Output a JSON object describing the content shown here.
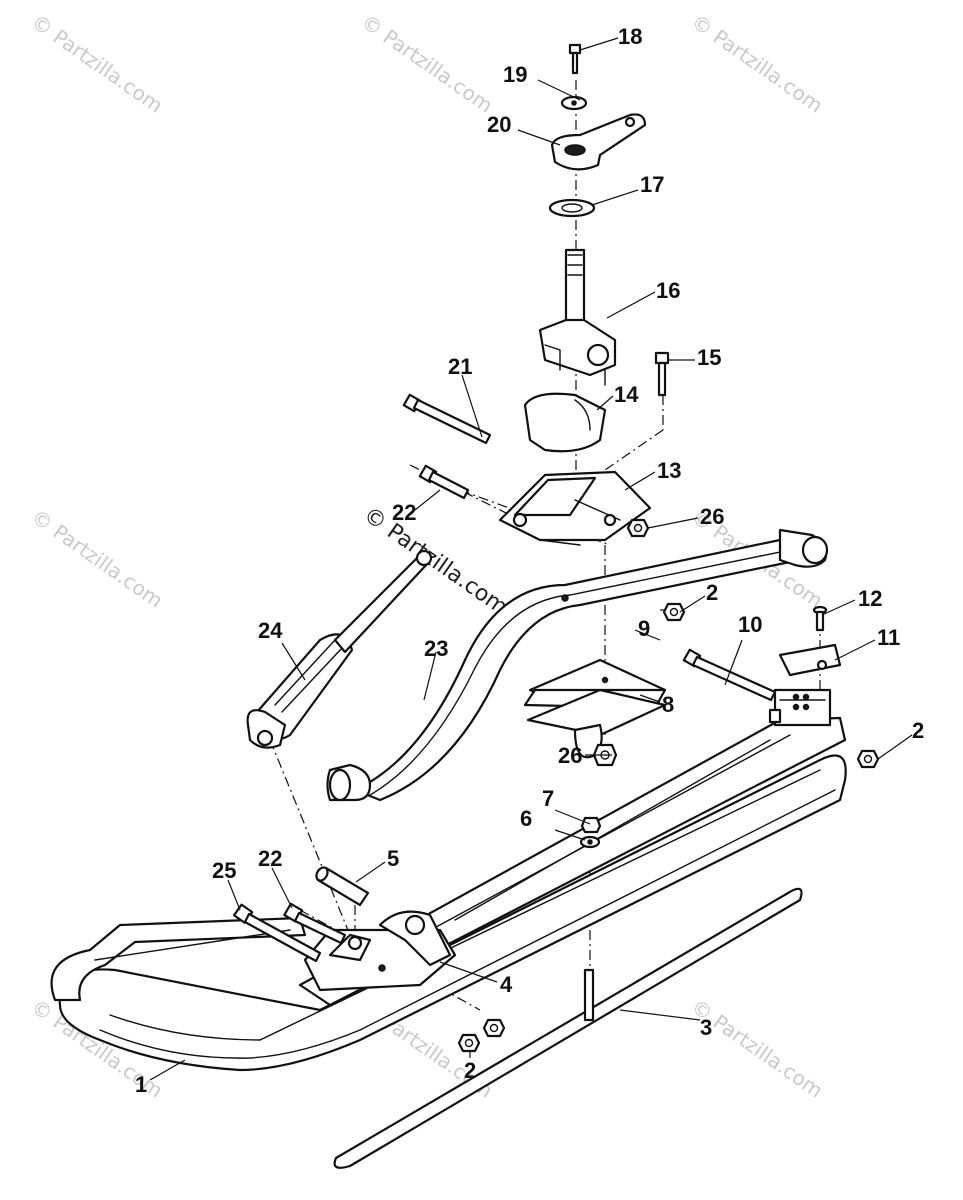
{
  "diagram": {
    "watermark_text": "© Partzilla.com",
    "callouts": {
      "c1": "1",
      "c2a": "2",
      "c2b": "2",
      "c2c": "2",
      "c3": "3",
      "c4": "4",
      "c5": "5",
      "c6": "6",
      "c7": "7",
      "c8": "8",
      "c9": "9",
      "c10": "10",
      "c11": "11",
      "c12": "12",
      "c13": "13",
      "c14": "14",
      "c15": "15",
      "c16": "16",
      "c17": "17",
      "c18": "18",
      "c19": "19",
      "c20": "20",
      "c21": "21",
      "c22a": "22",
      "c22b": "22",
      "c23": "23",
      "c24": "24",
      "c25": "25",
      "c26a": "26",
      "c26b": "26"
    }
  }
}
